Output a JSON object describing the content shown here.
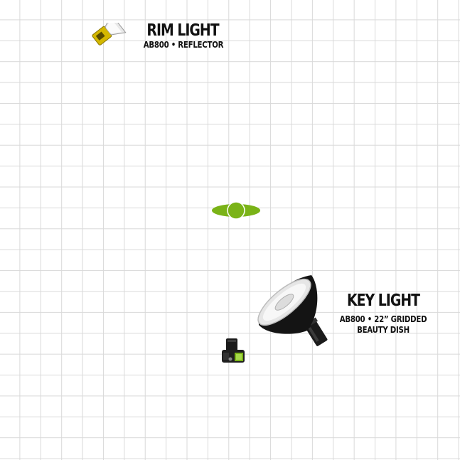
{
  "rim_light": {
    "title": "RIM LIGHT",
    "subtitle": "AB800 • REFLECTOR"
  },
  "key_light": {
    "title": "KEY LIGHT",
    "subtitle_line1": "AB800 • 22” GRIDDED",
    "subtitle_line2": "BEAUTY DISH"
  },
  "colors": {
    "grid_line": "#d9d9d9",
    "subject_green": "#7ab317",
    "reflector_yellow": "#d4b800"
  },
  "icons": [
    "reflector-light-icon",
    "subject-icon",
    "beauty-dish-icon",
    "camera-icon"
  ]
}
